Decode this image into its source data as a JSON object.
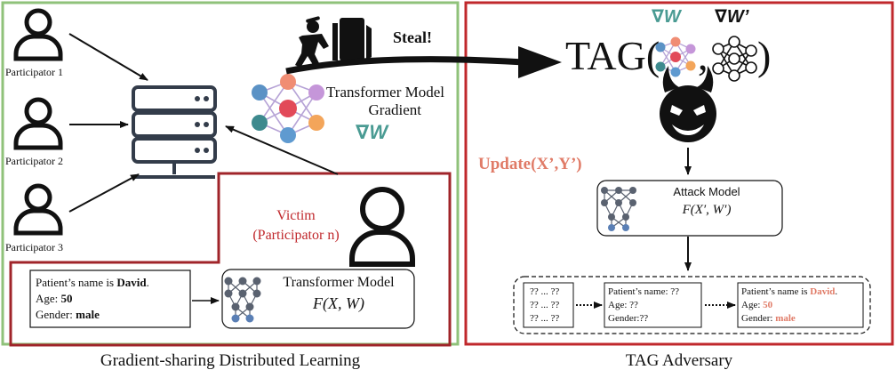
{
  "colors": {
    "left_frame": "#8fc27a",
    "right_frame": "#c0282c",
    "victim": "#c0282c",
    "highlight": "#e07b67",
    "gradient": "#4a9b93"
  },
  "participants": [
    {
      "label": "Participator 1"
    },
    {
      "label": "Participator 2"
    },
    {
      "label": "Participator 3"
    }
  ],
  "steal_label": "Steal!",
  "gradient_label": {
    "line1": "Transformer Model",
    "line2": "Gradient",
    "symbol": "∇W"
  },
  "tag": {
    "prefix": "TAG(",
    "comma": ",",
    "suffix": ")",
    "grad_true": "∇W",
    "grad_fake": "∇W’"
  },
  "victim": {
    "line1": "Victim",
    "line2": "(Participator n)"
  },
  "patient_input": {
    "line1_prefix": "Patient’s name is ",
    "line1_bold": "David",
    "line1_suffix": ".",
    "line2_prefix": "Age: ",
    "line2_bold": "50",
    "line3_prefix": "Gender: ",
    "line3_bold": "male"
  },
  "victim_model": {
    "title": "Transformer Model",
    "formula": "F(X, W)"
  },
  "update_label": "Update(X’,Y’)",
  "attack_model": {
    "title": "Attack Model",
    "formula": "F(X′, W′)"
  },
  "steps": {
    "step1": [
      "?? ... ??",
      "?? ... ??",
      "?? ... ??"
    ],
    "step2": [
      "Patient’s name: ??",
      "Age: ??",
      "Gender:??"
    ],
    "step3": {
      "line1_prefix": "Patient’s name is ",
      "line1_hl": "David",
      "line1_suffix": ".",
      "line2_prefix": "Age: ",
      "line2_hl": "50",
      "line3_prefix": "Gender: ",
      "line3_hl": "male"
    }
  },
  "captions": {
    "left": "Gradient-sharing Distributed Learning",
    "right": "TAG Adversary"
  }
}
